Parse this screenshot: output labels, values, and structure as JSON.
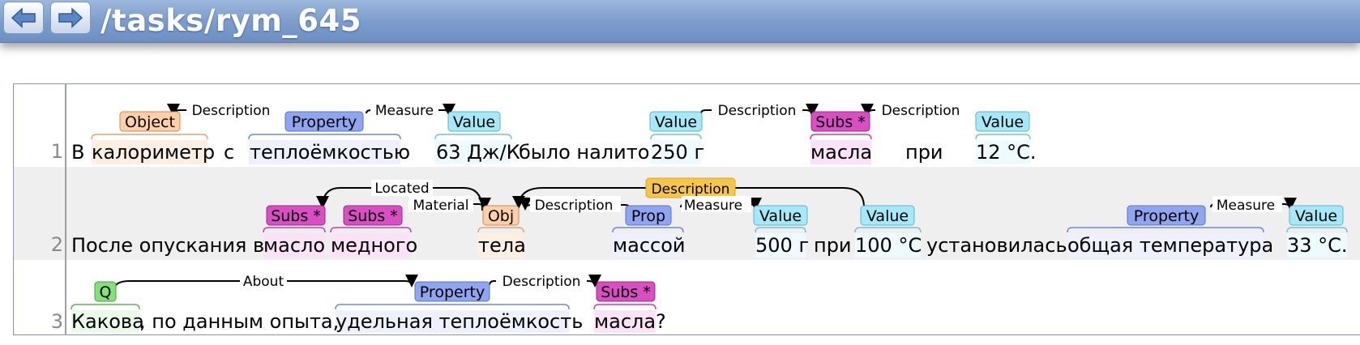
{
  "header": {
    "title": "/tasks/rym_645",
    "back_icon": "arrow-left-icon",
    "forward_icon": "arrow-right-icon"
  },
  "colors": {
    "Object": "#ffcfa8",
    "Property": "#8fa5f0",
    "Value": "#a6e8f7",
    "Subs": "#d94fc3",
    "Q": "#84e07a",
    "Description_highlight": "#f5c64a"
  },
  "sentences": [
    {
      "number": "1",
      "tokens": [
        {
          "text": "В"
        },
        {
          "text": "калориметр"
        },
        {
          "text": "с"
        },
        {
          "text": "теплоёмкостью"
        },
        {
          "text": "63 Дж/К"
        },
        {
          "text": "было налито"
        },
        {
          "text": "250 г"
        },
        {
          "text": "масла"
        },
        {
          "text": "при"
        },
        {
          "text": "12 °C."
        }
      ],
      "entities": [
        {
          "label": "Object",
          "type": "Object"
        },
        {
          "label": "Property",
          "type": "Property"
        },
        {
          "label": "Value",
          "type": "Value"
        },
        {
          "label": "Value",
          "type": "Value"
        },
        {
          "label": "Subs *",
          "type": "Subs"
        },
        {
          "label": "Value",
          "type": "Value"
        }
      ],
      "relations": [
        {
          "label": "Description"
        },
        {
          "label": "Measure"
        },
        {
          "label": "Description"
        },
        {
          "label": "Description"
        }
      ]
    },
    {
      "number": "2",
      "tokens": [
        {
          "text": "После опускания в"
        },
        {
          "text": "масло"
        },
        {
          "text": "медного"
        },
        {
          "text": "тела"
        },
        {
          "text": "массой"
        },
        {
          "text": "500 г"
        },
        {
          "text": "при"
        },
        {
          "text": "100 °C"
        },
        {
          "text": "установилась"
        },
        {
          "text": "общая температура"
        },
        {
          "text": "33 °C."
        }
      ],
      "entities": [
        {
          "label": "Subs *",
          "type": "Subs"
        },
        {
          "label": "Subs *",
          "type": "Subs"
        },
        {
          "label": "Obj",
          "type": "Object"
        },
        {
          "label": "Prop",
          "type": "Property"
        },
        {
          "label": "Value",
          "type": "Value"
        },
        {
          "label": "Value",
          "type": "Value"
        },
        {
          "label": "Property",
          "type": "Property"
        },
        {
          "label": "Value",
          "type": "Value"
        }
      ],
      "relations": [
        {
          "label": "Located"
        },
        {
          "label": "Material"
        },
        {
          "label": "Description"
        },
        {
          "label": "Description"
        },
        {
          "label": "Measure"
        },
        {
          "label": "Measure"
        }
      ]
    },
    {
      "number": "3",
      "tokens": [
        {
          "text": "Какова"
        },
        {
          "text": ", по данным опыта,"
        },
        {
          "text": "удельная теплоёмкость"
        },
        {
          "text": "масла"
        },
        {
          "text": "?"
        }
      ],
      "entities": [
        {
          "label": "Q",
          "type": "Q"
        },
        {
          "label": "Property",
          "type": "Property"
        },
        {
          "label": "Subs *",
          "type": "Subs"
        }
      ],
      "relations": [
        {
          "label": "About"
        },
        {
          "label": "Description"
        }
      ]
    }
  ]
}
